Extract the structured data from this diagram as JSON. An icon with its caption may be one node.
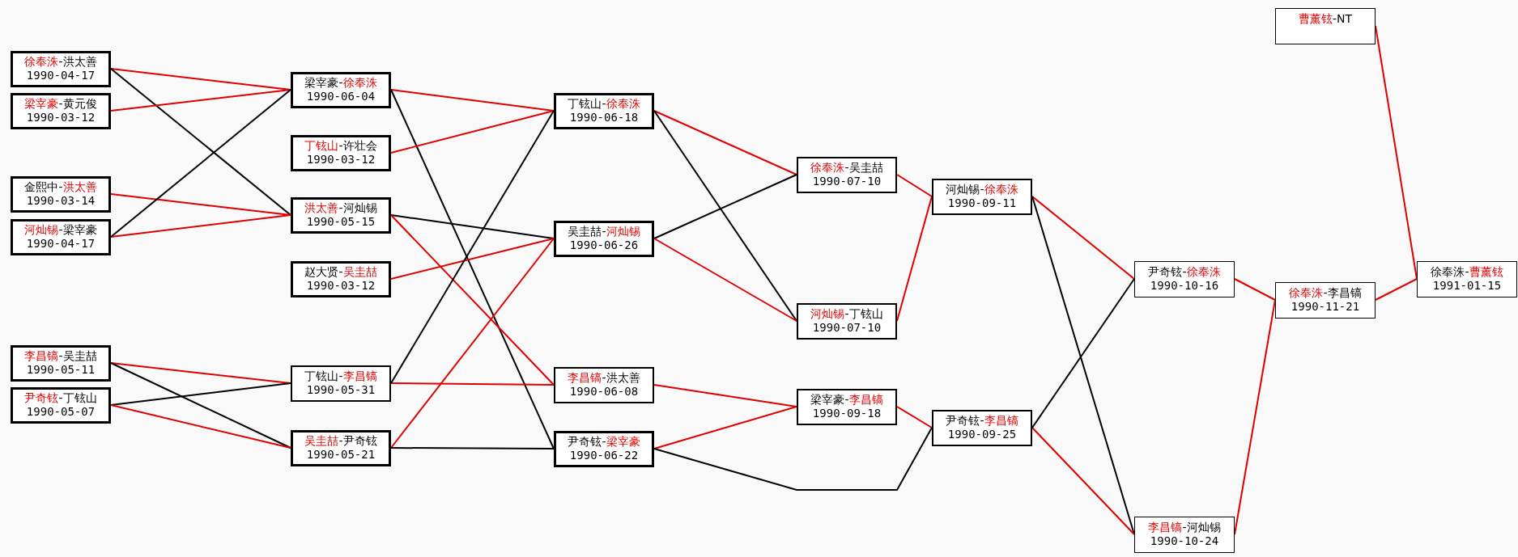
{
  "diagram": {
    "nodes": [
      {
        "text": [
          "**徐奉洙**-洪太善",
          "1990-04-17"
        ]
      },
      {
        "text": [
          "**梁宰豪**-黄元俊",
          "1990-03-12"
        ]
      },
      {
        "text": [
          "金熙中-**洪太善**",
          "1990-03-14"
        ]
      },
      {
        "text": [
          "**河灿锡**-梁宰豪",
          "1990-04-17"
        ]
      },
      {
        "text": [
          "**李昌镐**-吴圭喆",
          "1990-05-11"
        ]
      },
      {
        "text": [
          "**尹奇铉**-丁铉山",
          "1990-05-07"
        ]
      },
      {
        "text": [
          "梁宰豪-**徐奉洙**",
          "1990-06-04"
        ]
      },
      {
        "text": [
          "**丁铉山**-许壮会",
          "1990-03-12"
        ]
      },
      {
        "text": [
          "**洪太善**-河灿锡",
          "1990-05-15"
        ]
      },
      {
        "text": [
          "赵大贤-**吴圭喆**",
          "1990-03-12"
        ]
      },
      {
        "text": [
          "丁铉山-**李昌镐**",
          "1990-05-31"
        ]
      },
      {
        "text": [
          "**吴圭喆**-尹奇铉",
          "1990-05-21"
        ]
      },
      {
        "text": [
          "丁铉山-**徐奉洙**",
          "1990-06-18"
        ]
      },
      {
        "text": [
          "吴圭喆-**河灿锡**",
          "1990-06-26"
        ]
      },
      {
        "text": [
          "**李昌镐**-洪太善",
          "1990-06-08"
        ]
      },
      {
        "text": [
          "尹奇铉-**梁宰豪**",
          "1990-06-22"
        ]
      },
      {
        "text": [
          "**徐奉洙**-吴圭喆",
          "1990-07-10"
        ]
      },
      {
        "text": [
          "**河灿锡**-丁铉山",
          "1990-07-10"
        ]
      },
      {
        "text": [
          "梁宰豪-**李昌镐**",
          "1990-09-18"
        ]
      },
      {
        "text": [
          "河灿锡-**徐奉洙**",
          "1990-09-11"
        ]
      },
      {
        "text": [
          "尹奇铉-**李昌镐**",
          "1990-09-25"
        ]
      },
      {
        "text": [
          "尹奇铉-**徐奉洙**",
          "1990-10-16"
        ]
      },
      {
        "text": [
          "**李昌镐**-河灿锡",
          "1990-10-24"
        ]
      },
      {
        "text": [
          "**徐奉洙**-李昌镐",
          "1990-11-21"
        ]
      },
      {
        "text": [
          "**曹薰铉**-NT"
        ]
      },
      {
        "text": [
          "徐奉洙-**曹薰铉**",
          "1991-01-15"
        ]
      }
    ],
    "edges": [
      {
        "from": 0,
        "to": 6,
        "arrow": "none"
      },
      {
        "from": 0,
        "to": 8,
        "arrow": "none",
        "color": "#000000"
      },
      {
        "from": 1,
        "to": 6,
        "arrow": "none"
      },
      {
        "from": 2,
        "to": 8,
        "arrow": "none"
      },
      {
        "from": 3,
        "to": 8,
        "arrow": "none"
      },
      {
        "from": 3,
        "to": 6,
        "arrow": "none",
        "color": "#000000"
      },
      {
        "from": 4,
        "to": 10,
        "arrow": "none"
      },
      {
        "from": 4,
        "to": 11,
        "arrow": "none",
        "color": "#000000"
      },
      {
        "from": 5,
        "to": 10,
        "arrow": "none",
        "color": "#000000"
      },
      {
        "from": 5,
        "to": 11,
        "arrow": "none"
      },
      {
        "from": 6,
        "to": 12,
        "arrow": "none"
      },
      {
        "from": 6,
        "to": 15,
        "arrow": "none",
        "color": "#000000"
      },
      {
        "from": 7,
        "to": 12,
        "arrow": "none"
      },
      {
        "from": 8,
        "to": 13,
        "arrow": "none",
        "color": "#000000"
      },
      {
        "from": 8,
        "to": 14,
        "arrow": "none"
      },
      {
        "from": 9,
        "to": 13,
        "arrow": "none"
      },
      {
        "from": 10,
        "to": 14,
        "arrow": "none"
      },
      {
        "from": 10,
        "to": 12,
        "arrow": "none",
        "color": "#000000"
      },
      {
        "from": 11,
        "to": 13,
        "arrow": "none"
      },
      {
        "from": 11,
        "to": 15,
        "arrow": "none",
        "color": "#000000"
      },
      {
        "from": 12,
        "to": 16,
        "arrow": "none"
      },
      {
        "from": 12,
        "to": 17,
        "arrow": "none",
        "color": "#000000"
      },
      {
        "from": 13,
        "to": 16,
        "arrow": "none",
        "color": "#000000"
      },
      {
        "from": 13,
        "to": 17,
        "arrow": "none"
      },
      {
        "from": 14,
        "to": 18,
        "arrow": "none"
      },
      {
        "from": 15,
        "to": 18,
        "arrow": "none"
      },
      {
        "from": 15,
        "to": 20,
        "arrow": "none",
        "color": "#000000"
      },
      {
        "from": 16,
        "to": 19,
        "arrow": "none"
      },
      {
        "from": 17,
        "to": 19,
        "arrow": "none"
      },
      {
        "from": 18,
        "to": 20,
        "arrow": "none"
      },
      {
        "from": 19,
        "to": 21,
        "arrow": "none"
      },
      {
        "from": 19,
        "to": 22,
        "arrow": "none",
        "color": "#000000"
      },
      {
        "from": 20,
        "to": 22,
        "arrow": "none"
      },
      {
        "from": 20,
        "to": 21,
        "arrow": "none",
        "color": "#000000"
      },
      {
        "from": 21,
        "to": 23,
        "arrow": "none"
      },
      {
        "from": 22,
        "to": 23,
        "arrow": "none"
      },
      {
        "from": 23,
        "to": 25,
        "arrow": "none"
      },
      {
        "from": 24,
        "to": 25,
        "arrow": "none"
      }
    ]
  }
}
